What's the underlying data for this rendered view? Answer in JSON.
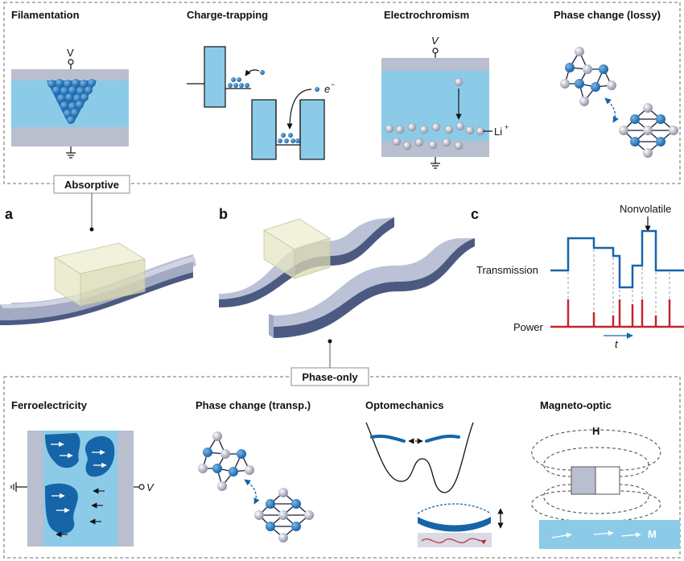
{
  "top": {
    "titles": [
      "Filamentation",
      "Charge-trapping",
      "Electrochromism",
      "Phase change (lossy)"
    ],
    "filament_voltage": "V",
    "charge_electron": "e",
    "charge_minus": "−",
    "electro_voltage": "V",
    "electro_ion": "Li",
    "electro_plus": "+"
  },
  "absorptive_label": "Absorptive",
  "phase_only_label": "Phase-only",
  "panels": {
    "a": "a",
    "b": "b",
    "c": "c"
  },
  "panel_c": {
    "nonvolatile": "Nonvolatile",
    "transmission": "Transmission",
    "power": "Power",
    "time": "t"
  },
  "bottom": {
    "titles": [
      "Ferroelectricity",
      "Phase change (transp.)",
      "Optomechanics",
      "Magneto-optic"
    ],
    "ferro_voltage": "V",
    "field_h": "H",
    "field_m": "M"
  },
  "colors": {
    "dark_blue": "#1565a8",
    "light_blue": "#8ccbe8",
    "grey_plate": "#b9bfcf",
    "red": "#c0272d",
    "waveguide": "#8a93ad",
    "dashed_frame": "#8c8c8c"
  }
}
